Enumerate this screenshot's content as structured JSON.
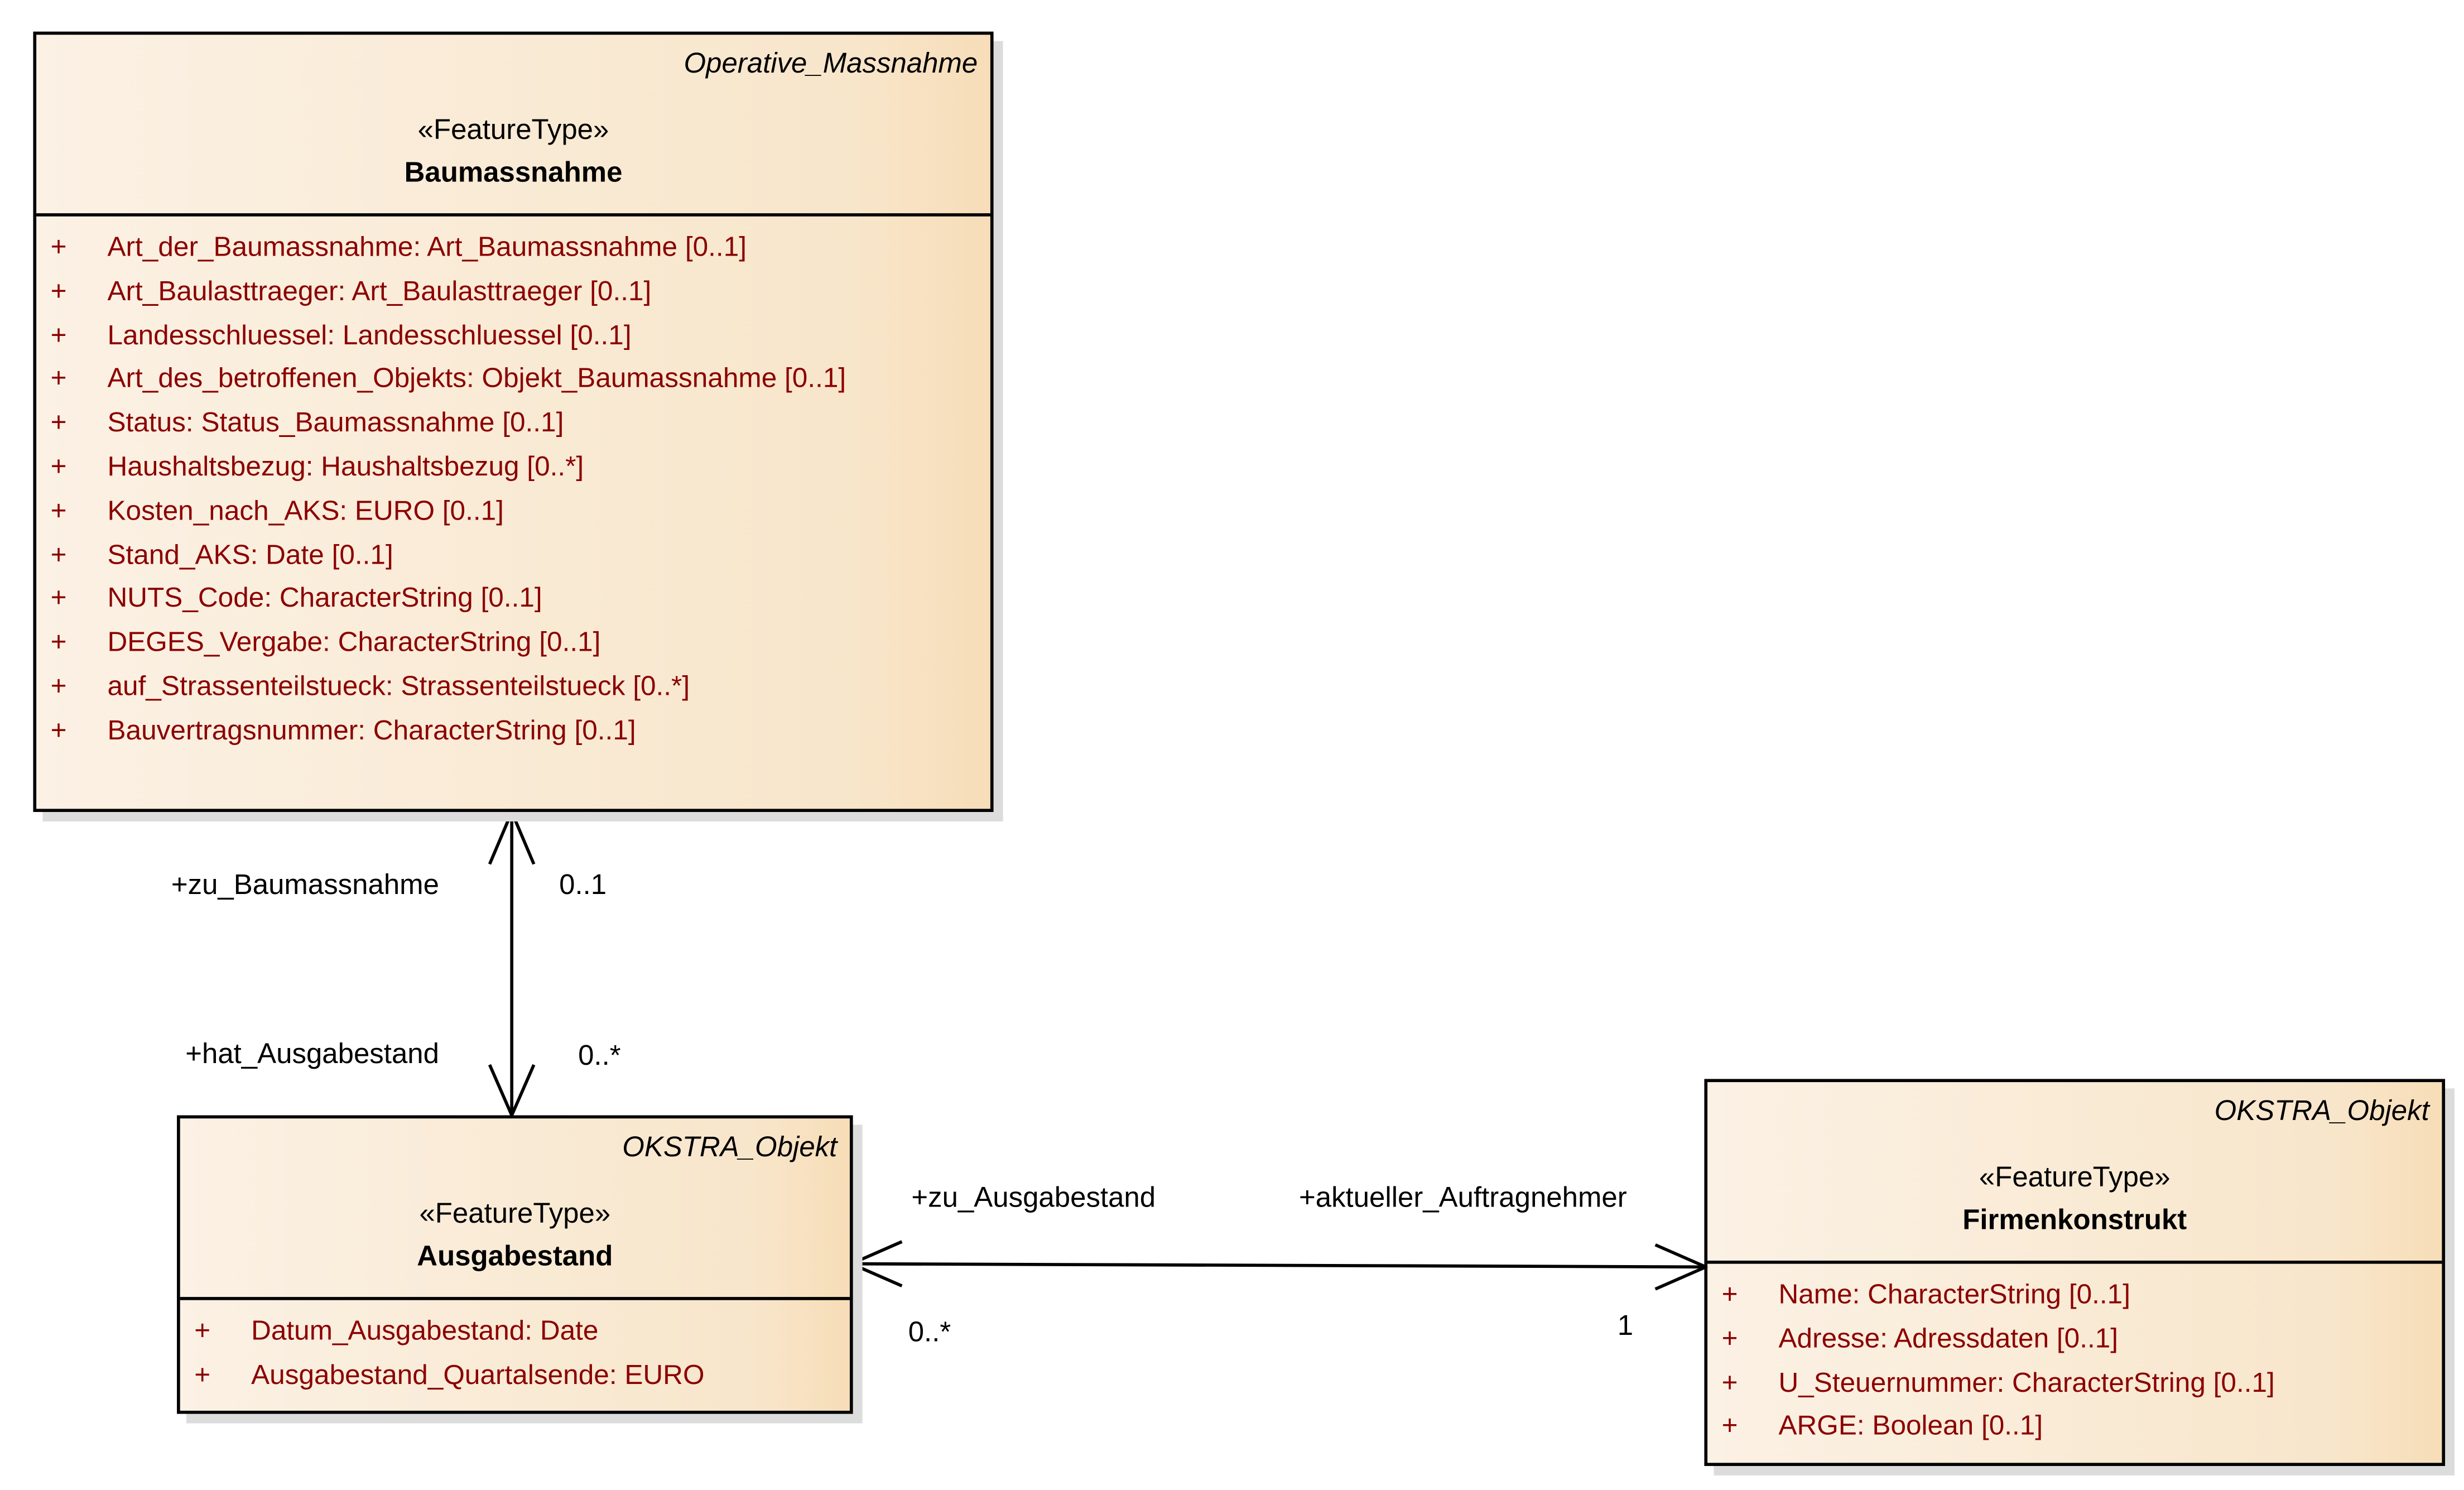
{
  "classes": {
    "baumassnahme": {
      "parent": "Operative_Massnahme",
      "stereotype": "«FeatureType»",
      "name": "Baumassnahme",
      "attributes": [
        {
          "visibility": "+",
          "text": "Art_der_Baumassnahme: Art_Baumassnahme [0..1]"
        },
        {
          "visibility": "+",
          "text": "Art_Baulasttraeger: Art_Baulasttraeger [0..1]"
        },
        {
          "visibility": "+",
          "text": "Landesschluessel: Landesschluessel [0..1]"
        },
        {
          "visibility": "+",
          "text": "Art_des_betroffenen_Objekts: Objekt_Baumassnahme [0..1]"
        },
        {
          "visibility": "+",
          "text": "Status: Status_Baumassnahme [0..1]"
        },
        {
          "visibility": "+",
          "text": "Haushaltsbezug: Haushaltsbezug [0..*]"
        },
        {
          "visibility": "+",
          "text": "Kosten_nach_AKS: EURO [0..1]"
        },
        {
          "visibility": "+",
          "text": "Stand_AKS: Date [0..1]"
        },
        {
          "visibility": "+",
          "text": "NUTS_Code: CharacterString [0..1]"
        },
        {
          "visibility": "+",
          "text": "DEGES_Vergabe: CharacterString [0..1]"
        },
        {
          "visibility": "+",
          "text": "auf_Strassenteilstueck: Strassenteilstueck [0..*]"
        },
        {
          "visibility": "+",
          "text": "Bauvertragsnummer: CharacterString [0..1]"
        }
      ]
    },
    "ausgabestand": {
      "parent": "OKSTRA_Objekt",
      "stereotype": "«FeatureType»",
      "name": "Ausgabestand",
      "attributes": [
        {
          "visibility": "+",
          "text": "Datum_Ausgabestand: Date"
        },
        {
          "visibility": "+",
          "text": "Ausgabestand_Quartalsende: EURO"
        }
      ]
    },
    "firmenkonstrukt": {
      "parent": "OKSTRA_Objekt",
      "stereotype": "«FeatureType»",
      "name": "Firmenkonstrukt",
      "attributes": [
        {
          "visibility": "+",
          "text": "Name: CharacterString [0..1]"
        },
        {
          "visibility": "+",
          "text": "Adresse: Adressdaten [0..1]"
        },
        {
          "visibility": "+",
          "text": "U_Steuernummer: CharacterString [0..1]"
        },
        {
          "visibility": "+",
          "text": "ARGE: Boolean [0..1]"
        }
      ]
    }
  },
  "associations": [
    {
      "from": "Ausgabestand",
      "to": "Baumassnahme",
      "navigability": "both",
      "role_at_baumassnahme": "+zu_Baumassnahme",
      "mult_at_baumassnahme": "0..1",
      "role_at_ausgabestand": "+hat_Ausgabestand",
      "mult_at_ausgabestand": "0..*"
    },
    {
      "from": "Ausgabestand",
      "to": "Firmenkonstrukt",
      "navigability": "both",
      "role_at_ausgabestand": "+zu_Ausgabestand",
      "mult_at_ausgabestand": "0..*",
      "role_at_firmenkonstrukt": "+aktueller_Auftragnehmer",
      "mult_at_firmenkonstrukt": "1"
    }
  ],
  "colors": {
    "attribute_text": "#8b0000",
    "fill_light": "#fbf1e4",
    "fill_dark": "#f7ddb8",
    "border": "#000000"
  }
}
